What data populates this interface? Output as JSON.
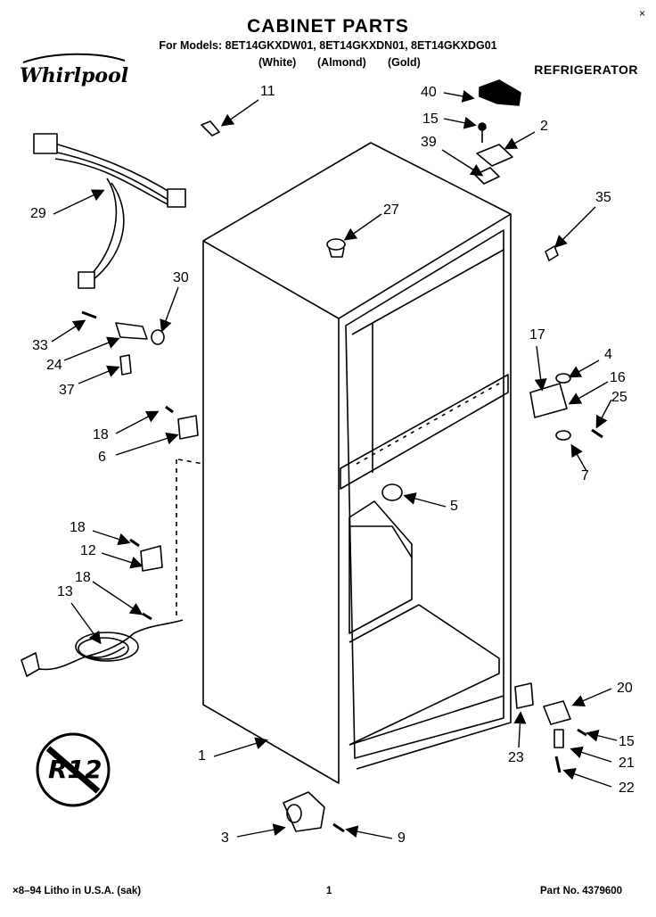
{
  "header": {
    "title": "CABINET PARTS",
    "models": "For Models: 8ET14GKXDW01, 8ET14GKXDN01, 8ET14GKXDG01",
    "colors": [
      "(White)",
      "(Almond)",
      "(Gold)"
    ],
    "section": "REFRIGERATOR",
    "corner_mark": "×"
  },
  "brand": {
    "name": "Whirlpool"
  },
  "badge": {
    "text": "R12"
  },
  "callouts": [
    "11",
    "29",
    "40",
    "15",
    "2",
    "39",
    "35",
    "27",
    "30",
    "33",
    "24",
    "37",
    "17",
    "4",
    "16",
    "25",
    "7",
    "18",
    "6",
    "5",
    "18",
    "12",
    "18",
    "13",
    "1",
    "20",
    "15",
    "21",
    "22",
    "23",
    "3",
    "9"
  ],
  "footer": {
    "left": "×8–94 Litho in U.S.A. (sak)",
    "page": "1",
    "part_no": "Part No. 4379600"
  }
}
